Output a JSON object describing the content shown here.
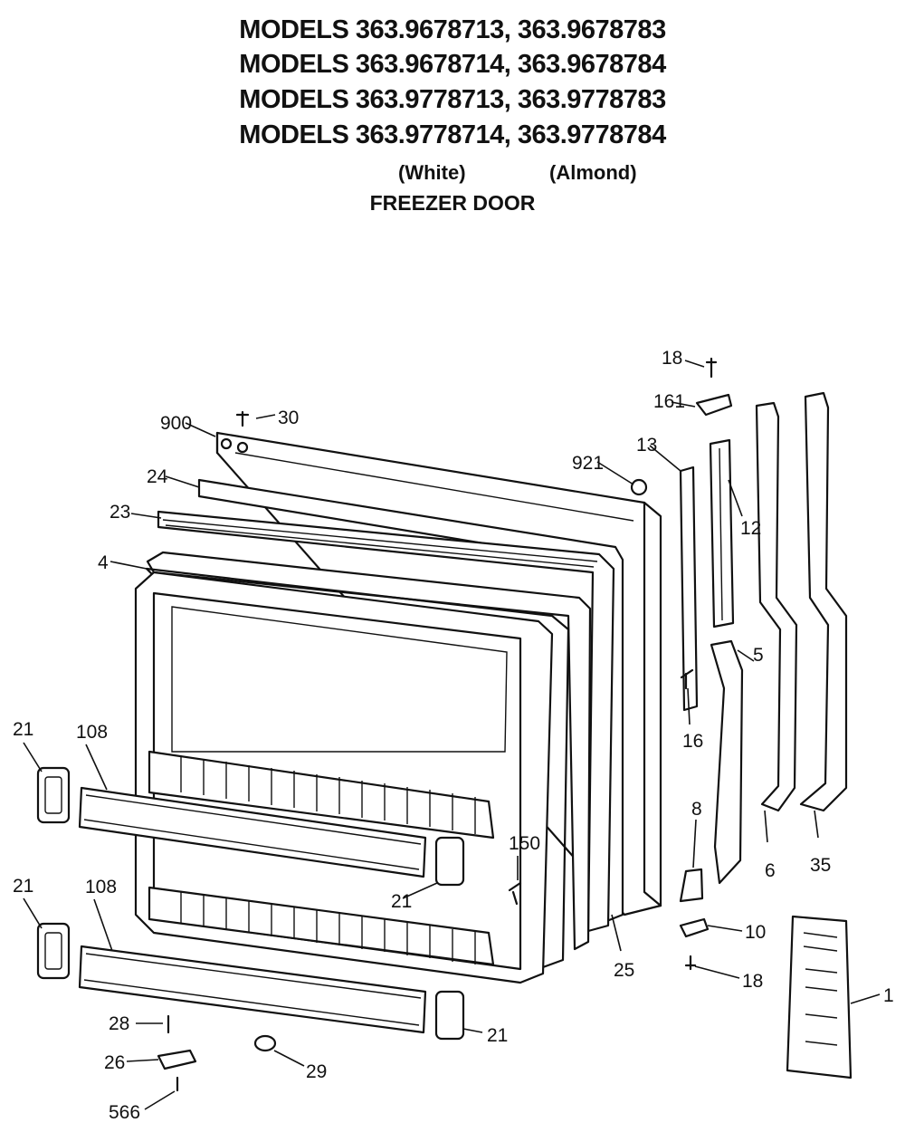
{
  "header": {
    "model_lines": [
      "MODELS 363.9678713, 363.9678783",
      "MODELS 363.9678714, 363.9678784",
      "MODELS 363.9778713, 363.9778783",
      "MODELS 363.9778714, 363.9778784"
    ],
    "color_white": "(White)",
    "color_almond": "(Almond)",
    "subtitle": "FREEZER DOOR"
  },
  "callouts": {
    "c18_top": "18",
    "c161": "161",
    "c13": "13",
    "c12": "12",
    "c921": "921",
    "c900": "900",
    "c30": "30",
    "c24": "24",
    "c23": "23",
    "c4": "4",
    "c5": "5",
    "c16": "16",
    "c8": "8",
    "c6": "6",
    "c35": "35",
    "c21_left_top": "21",
    "c108_top": "108",
    "c21_left_bottom": "21",
    "c108_bottom": "108",
    "c150": "150",
    "c21_mid": "21",
    "c25": "25",
    "c10": "10",
    "c18_bottom": "18",
    "c1": "1",
    "c21_bottom": "21",
    "c28": "28",
    "c26": "26",
    "c29": "29",
    "c566": "566"
  }
}
